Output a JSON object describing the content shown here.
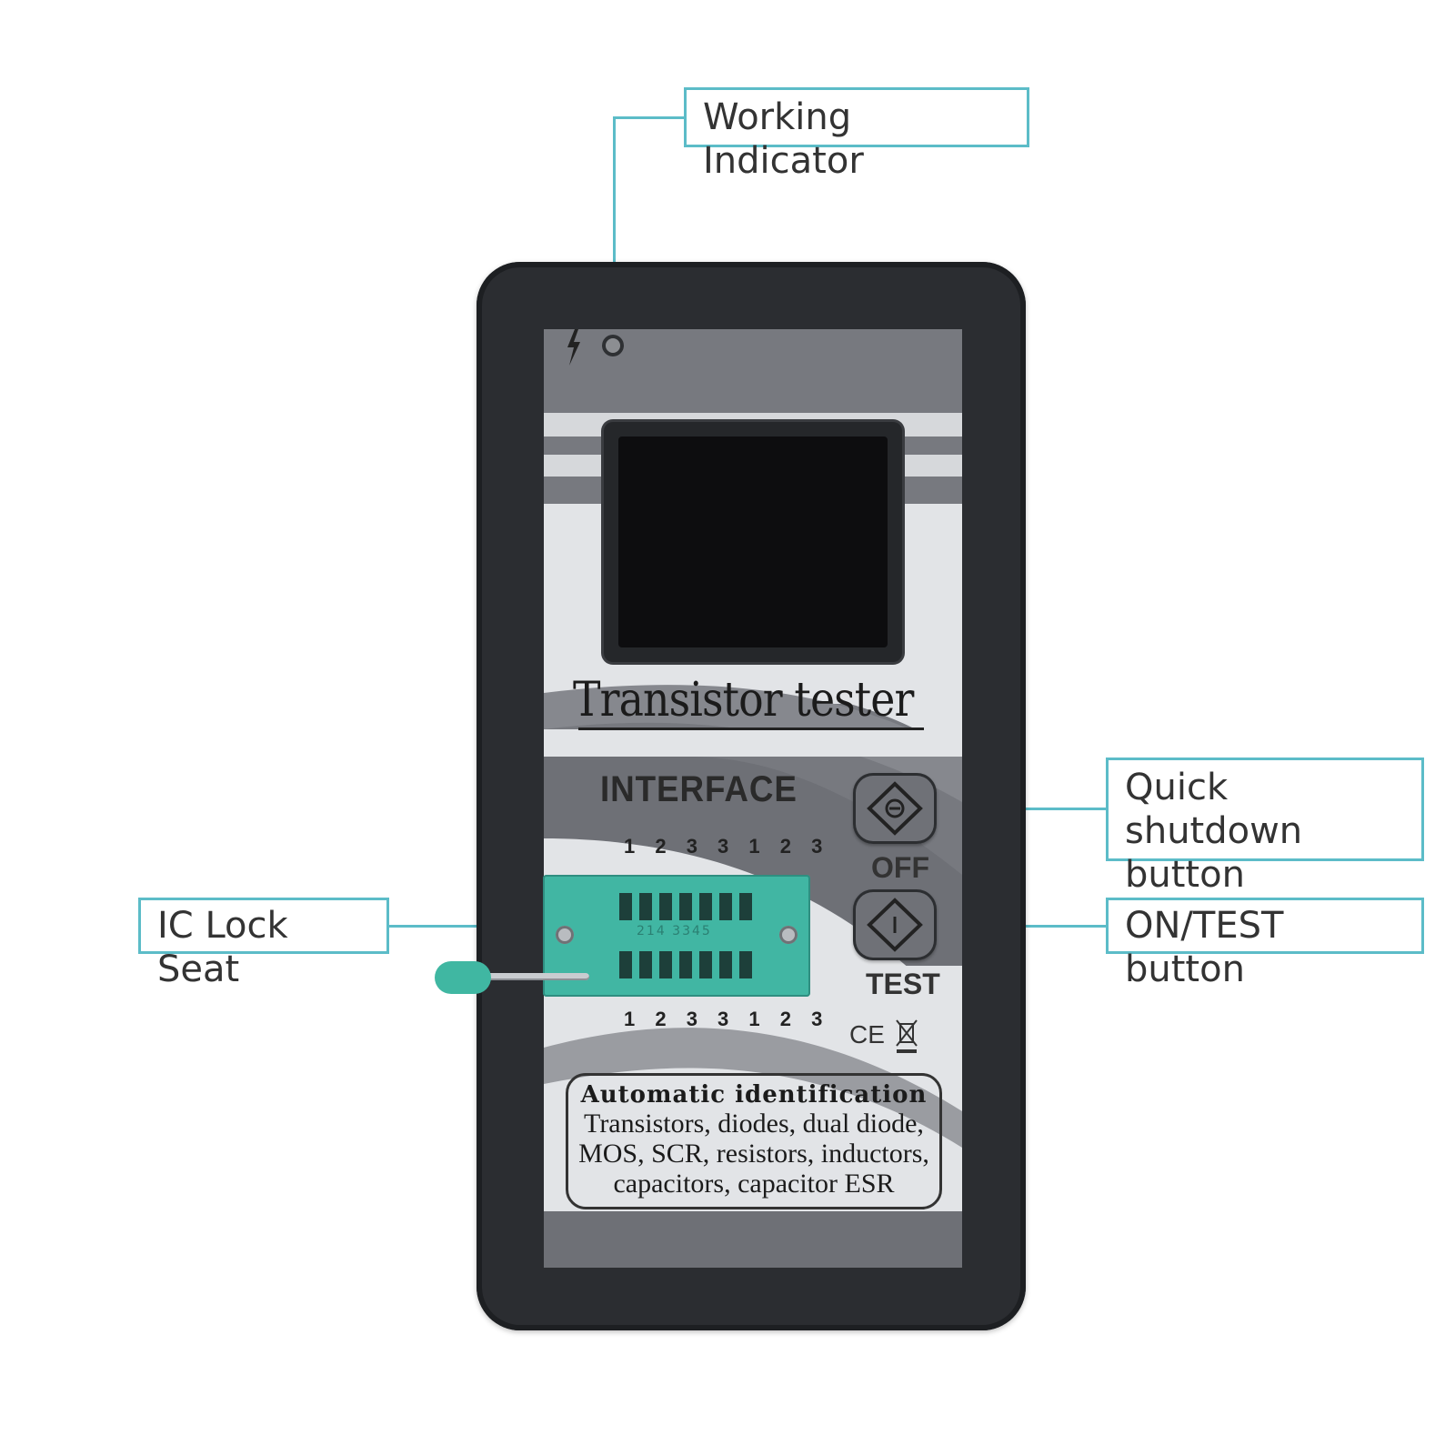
{
  "callouts": {
    "working_indicator": "Working Indicator",
    "quick_shutdown_line1": "Quick shutdown",
    "quick_shutdown_line2": "button",
    "on_test": "ON/TEST button",
    "ic_lock_seat": "IC Lock Seat"
  },
  "device": {
    "brand": "Transistor tester",
    "interface_label": "INTERFACE",
    "pins_top": "1 2 3 3 1 2 3",
    "pins_bottom": "1 2 3 3 1 2 3",
    "off_label": "OFF",
    "test_label": "TEST",
    "socket_text": "214 3345",
    "info_title": "Automatic identification",
    "info_lines": [
      "Transistors, diodes, dual diode,",
      "MOS, SCR, resistors, inductors,",
      "capacitors, capacitor ESR"
    ],
    "marks": "CE"
  },
  "colors": {
    "callout": "#5cbcc8",
    "case": "#2b2d31",
    "socket": "#41b6a3"
  },
  "icons": [
    "lightning-icon",
    "led-indicator-icon",
    "off-button-icon",
    "test-button-icon",
    "weee-bin-icon"
  ]
}
